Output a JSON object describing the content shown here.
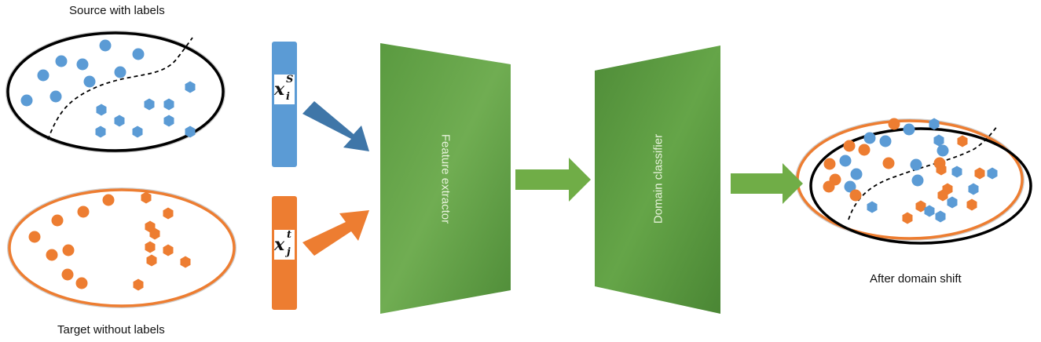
{
  "labels": {
    "source": "Source with labels",
    "target": "Target without labels",
    "after": "After domain shift"
  },
  "blocks": {
    "feature_extractor": "Feature extractor",
    "domain_classifier": "Domain classifier"
  },
  "symbols": {
    "source_var": "x",
    "source_sub": "i",
    "source_sup": "S",
    "target_var": "x",
    "target_sub": "j",
    "target_sup": "t"
  },
  "colors": {
    "source_blue": "#5b9bd5",
    "target_orange": "#ed7d31",
    "green": "#5e9e43",
    "dark_blue_arrow": "#3f76a8",
    "border_black": "#000000"
  }
}
